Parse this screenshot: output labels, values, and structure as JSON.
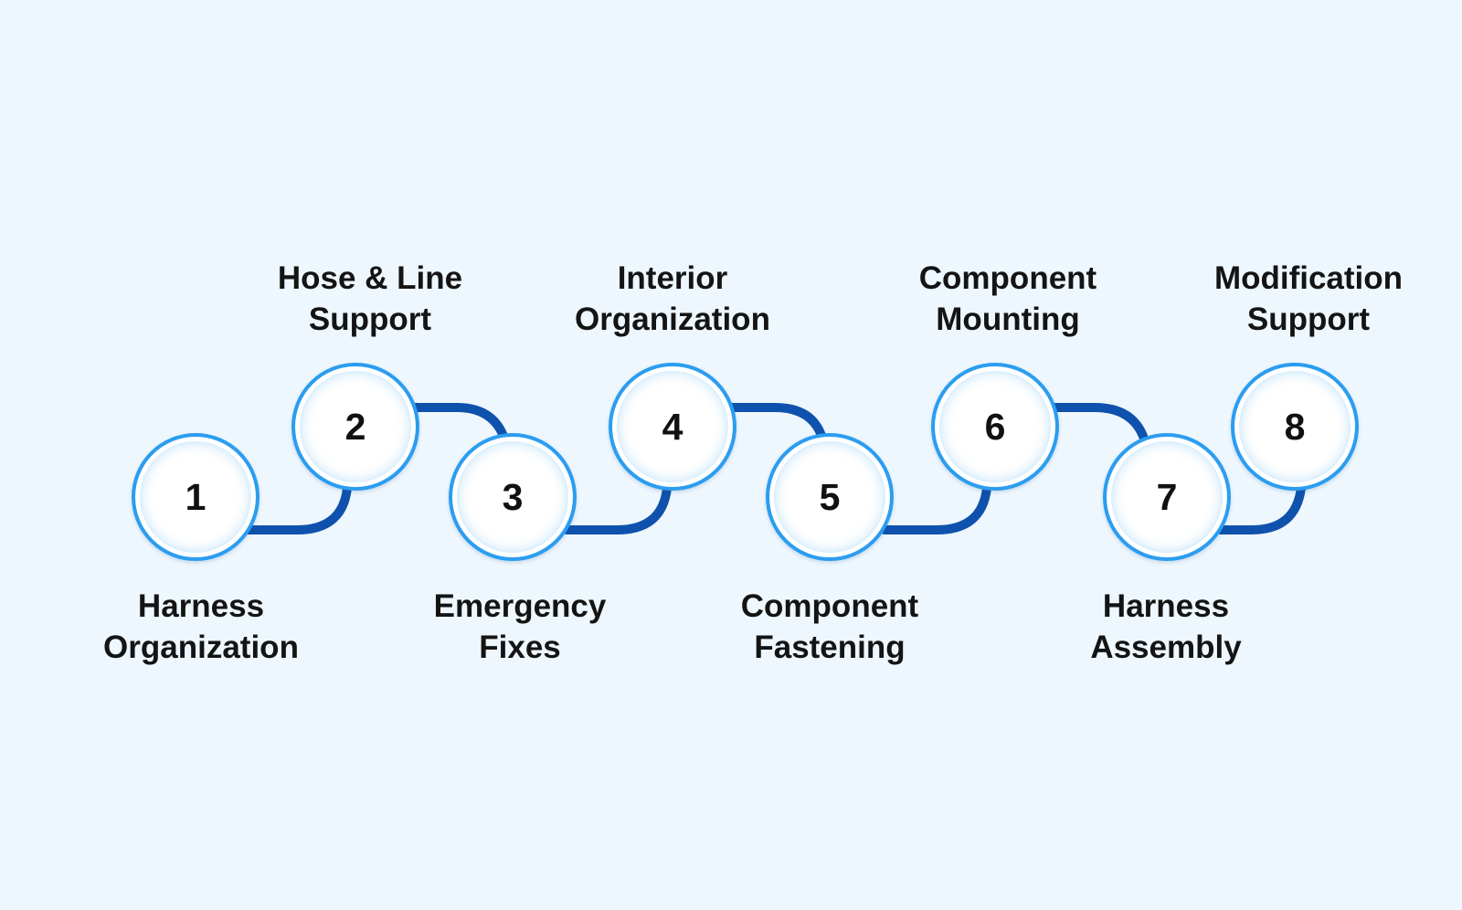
{
  "colors": {
    "background": "#eef7fe",
    "connector": "#0f52ad",
    "ring": "#2b9df0",
    "text": "#141414"
  },
  "steps": [
    {
      "number": "1",
      "label_line1": "Harness",
      "label_line2": "Organization",
      "label_position": "below"
    },
    {
      "number": "2",
      "label_line1": "Hose & Line",
      "label_line2": "Support",
      "label_position": "above"
    },
    {
      "number": "3",
      "label_line1": "Emergency",
      "label_line2": "Fixes",
      "label_position": "below"
    },
    {
      "number": "4",
      "label_line1": "Interior",
      "label_line2": "Organization",
      "label_position": "above"
    },
    {
      "number": "5",
      "label_line1": "Component",
      "label_line2": "Fastening",
      "label_position": "below"
    },
    {
      "number": "6",
      "label_line1": "Component",
      "label_line2": "Mounting",
      "label_position": "above"
    },
    {
      "number": "7",
      "label_line1": "Harness",
      "label_line2": "Assembly",
      "label_position": "below"
    },
    {
      "number": "8",
      "label_line1": "Modification",
      "label_line2": "Support",
      "label_position": "above"
    }
  ]
}
